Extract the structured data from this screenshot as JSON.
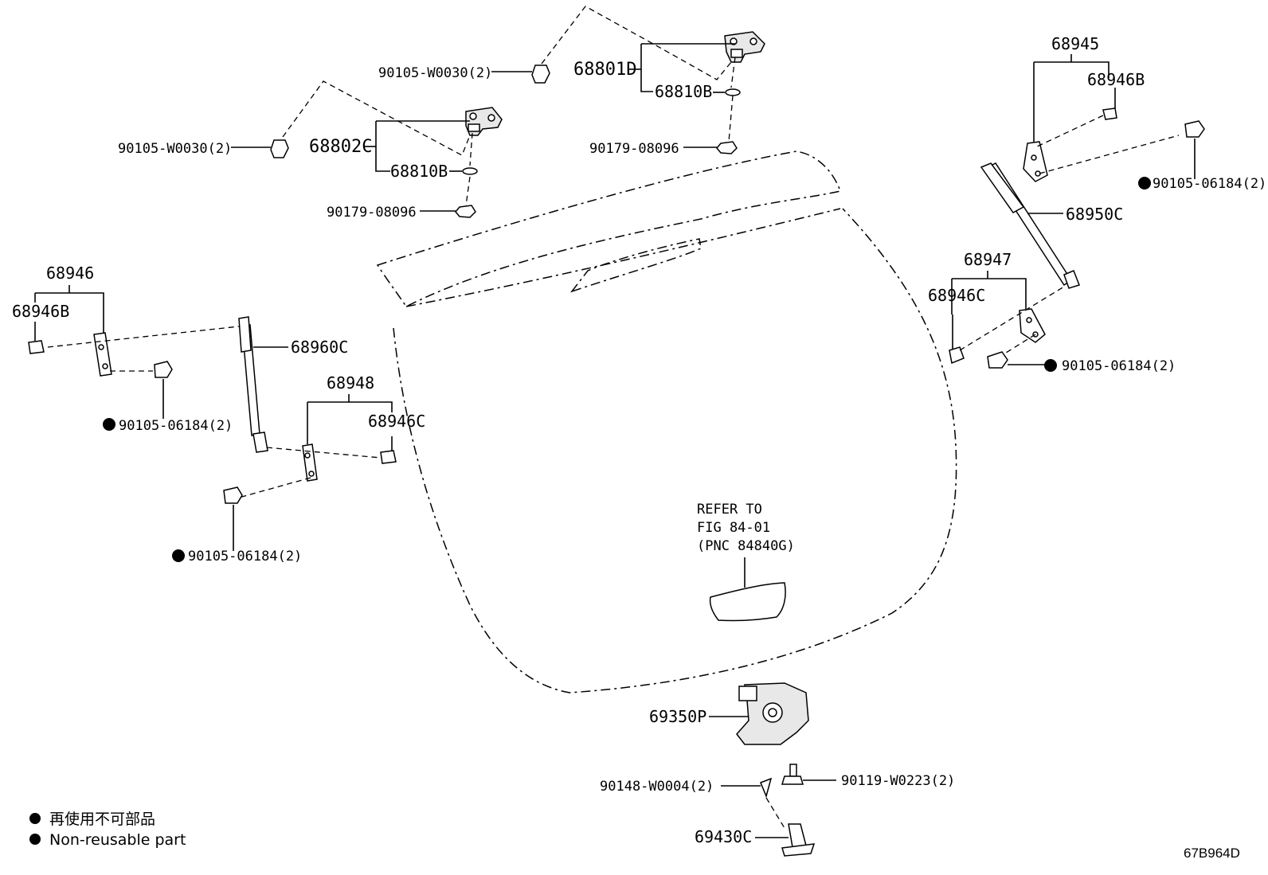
{
  "labels": {
    "p_90105_w0030_top": "90105-W0030(2)",
    "p_68801d": "68801D",
    "p_68810b_top": "68810B",
    "p_90179_08096_top": "90179-08096",
    "p_90105_w0030_left": "90105-W0030(2)",
    "p_68802c": "68802C",
    "p_68810b_left": "68810B",
    "p_90179_08096_left": "90179-08096",
    "p_68945": "68945",
    "p_68946b_right": "68946B",
    "p_90105_06184_r1": "90105-06184(2)",
    "p_68950c": "68950C",
    "p_68947": "68947",
    "p_68946c_right": "68946C",
    "p_90105_06184_r2": "90105-06184(2)",
    "p_68946": "68946",
    "p_68946b_left": "68946B",
    "p_68960c": "68960C",
    "p_90105_06184_l1": "90105-06184(2)",
    "p_68948": "68948",
    "p_68946c_left": "68946C",
    "p_90105_06184_l2": "90105-06184(2)",
    "ref_line1": "REFER TO",
    "ref_line2": "FIG 84-01",
    "ref_line3": "(PNC 84840G)",
    "p_69350p": "69350P",
    "p_90148_w0004": "90148-W0004(2)",
    "p_90119_w0223": "90119-W0223(2)",
    "p_69430c": "69430C"
  },
  "legend": {
    "jp": "再使用不可部品",
    "en": "Non-reusable part"
  },
  "figure_code": "67B964D"
}
